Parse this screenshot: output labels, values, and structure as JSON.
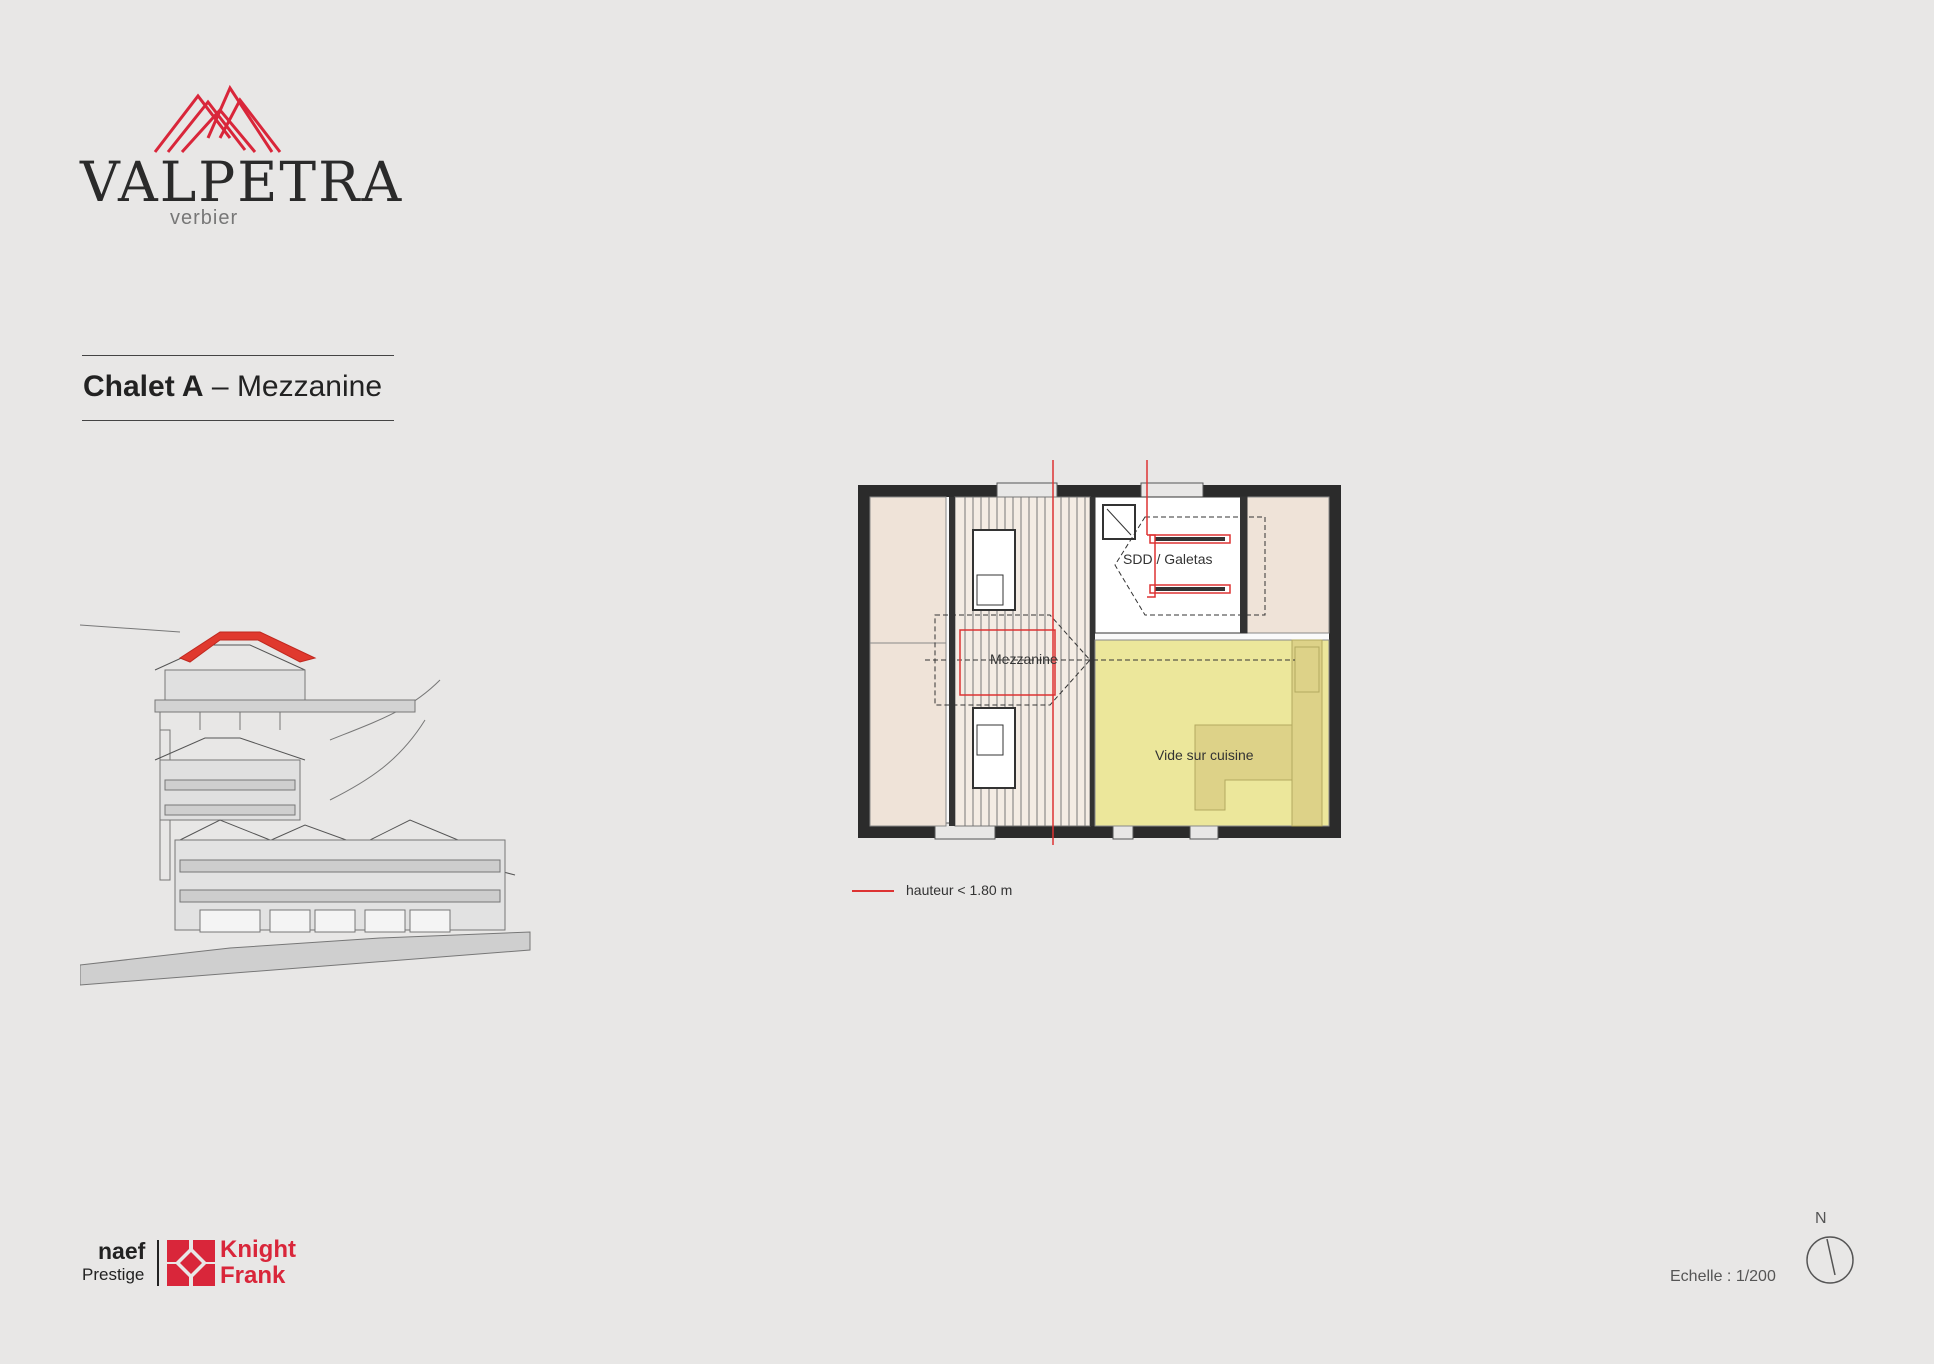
{
  "brand": {
    "name": "VALPETRA",
    "location": "verbier",
    "accent": "#d9263a"
  },
  "header": {
    "title_bold": "Chalet A",
    "title_sep": " – ",
    "title_rest": "Mezzanine"
  },
  "plan": {
    "rooms": {
      "sdd": "SDD / Galetas",
      "mezzanine": "Mezzanine",
      "vide": "Vide sur cuisine"
    },
    "colors": {
      "room_fill": "#efe3d8",
      "void_fill": "#ece79b",
      "low_height_line": "#d33"
    }
  },
  "legend": {
    "low_height": "hauteur < 1.80 m"
  },
  "scale": {
    "text": "Echelle : 1/200",
    "north": "N"
  },
  "footer": {
    "naef": "naef",
    "prestige": "Prestige",
    "knight": "Knight",
    "frank": "Frank"
  }
}
